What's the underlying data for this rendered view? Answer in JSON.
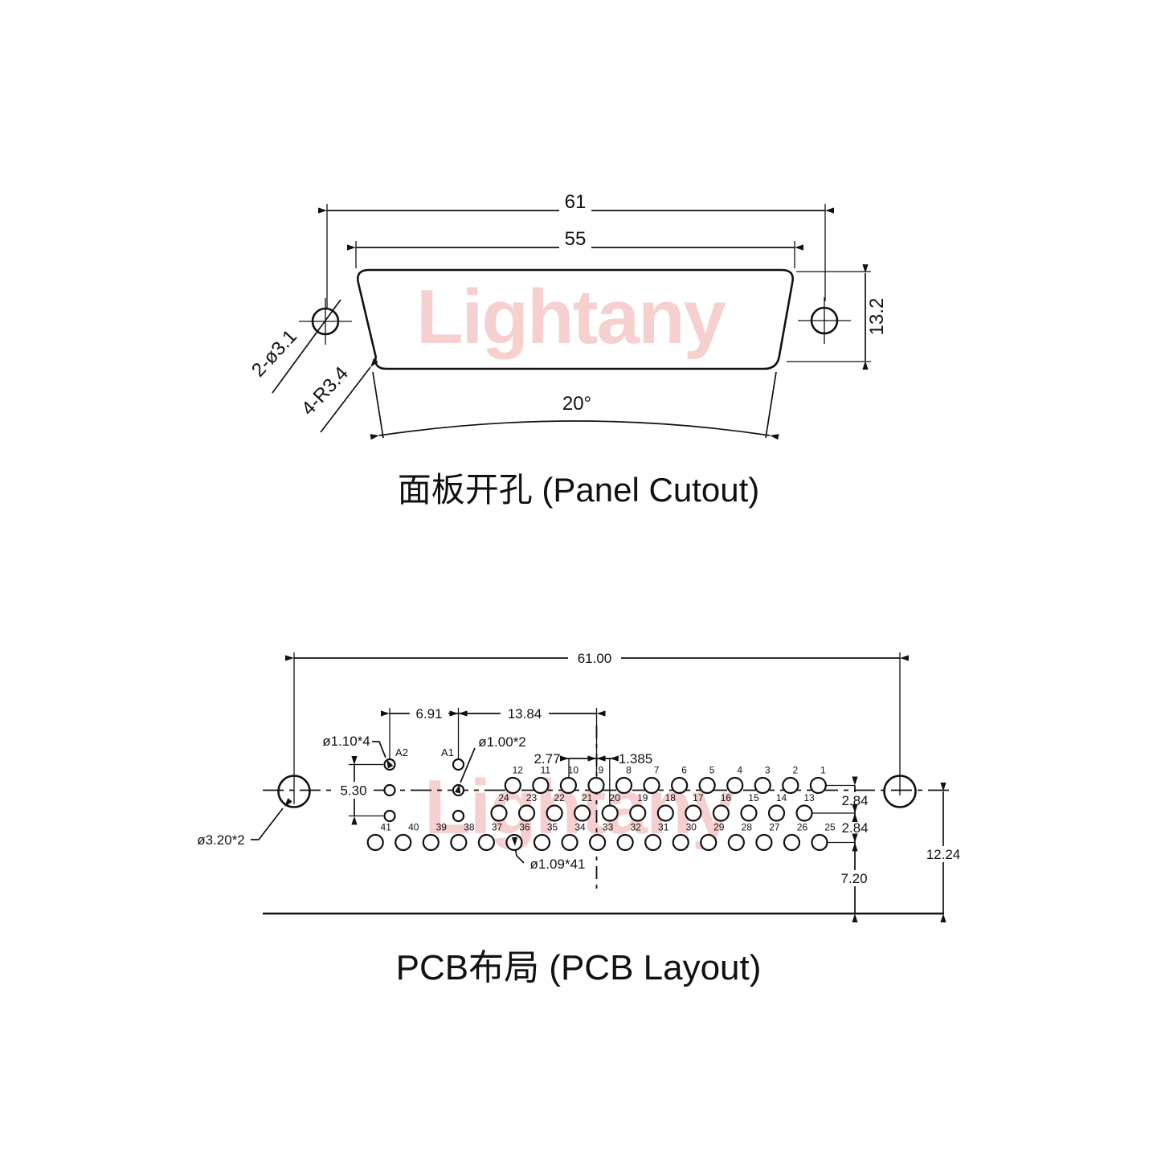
{
  "watermark": {
    "text": "Lightany",
    "color": "#f6cfcf"
  },
  "panel_cutout": {
    "title": "面板开孔 (Panel Cutout)",
    "dim_outer_width": "61",
    "dim_cutout_width": "55",
    "dim_height": "13.2",
    "dim_angle": "20°",
    "label_mount_holes": "2-ø3.1",
    "label_corner_radius": "4-R3.4"
  },
  "pcb_layout": {
    "title": "PCB布局 (PCB Layout)",
    "dim_outer_width": "61.00",
    "dim_a_pitch": "6.91",
    "dim_a_to_center": "13.84",
    "dim_pin_pitch": "2.77",
    "dim_half_pitch": "1.385",
    "dim_a_row_span": "5.30",
    "dim_row_gap_top": "2.84",
    "dim_row_gap_bottom": "2.84",
    "dim_row3_to_edge": "7.20",
    "dim_center_to_edge": "12.24",
    "label_a1": "A1",
    "label_a2": "A2",
    "label_hole_a_outer": "ø1.10*4",
    "label_hole_a_center": "ø1.00*2",
    "label_hole_pin": "ø1.09*41",
    "label_hole_mount": "ø3.20*2",
    "pins_row1": [
      "12",
      "11",
      "10",
      "9",
      "8",
      "7",
      "6",
      "5",
      "4",
      "3",
      "2",
      "1"
    ],
    "pins_row2": [
      "24",
      "23",
      "22",
      "21",
      "20",
      "19",
      "18",
      "17",
      "16",
      "15",
      "14",
      "13"
    ],
    "pins_row3": [
      "41",
      "40",
      "39",
      "38",
      "37",
      "36",
      "35",
      "34",
      "33",
      "32",
      "31",
      "30",
      "29",
      "28",
      "27",
      "26",
      "25"
    ]
  }
}
